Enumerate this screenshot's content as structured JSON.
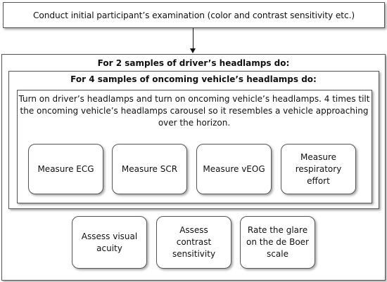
{
  "initial_step": "Conduct initial participant’s examination (color and contrast sensitivity etc.)",
  "outer_loop": {
    "title": "For 2 samples of driver’s headlamps do:"
  },
  "inner_loop": {
    "title": "For 4 samples of oncoming vehicle’s headlamps do:",
    "description_lines": [
      "Turn on driver’s headlamps and turn on oncoming vehicle’s headlamps. 4 times tilt",
      "the oncoming vehicle’s headlamps carousel so it resembles a vehicle approaching",
      "over the horizon."
    ],
    "measurements": [
      {
        "lines": [
          "Measure ECG"
        ]
      },
      {
        "lines": [
          "Measure SCR"
        ]
      },
      {
        "lines": [
          "Measure vEOG"
        ]
      },
      {
        "lines": [
          "Measure",
          "respiratory",
          "effort"
        ]
      }
    ]
  },
  "assessments": [
    {
      "lines": [
        "Assess visual",
        "acuity"
      ]
    },
    {
      "lines": [
        "Assess",
        "contrast",
        "sensitivity"
      ]
    },
    {
      "lines": [
        "Rate the glare",
        "on the de Boer",
        "scale"
      ]
    }
  ]
}
